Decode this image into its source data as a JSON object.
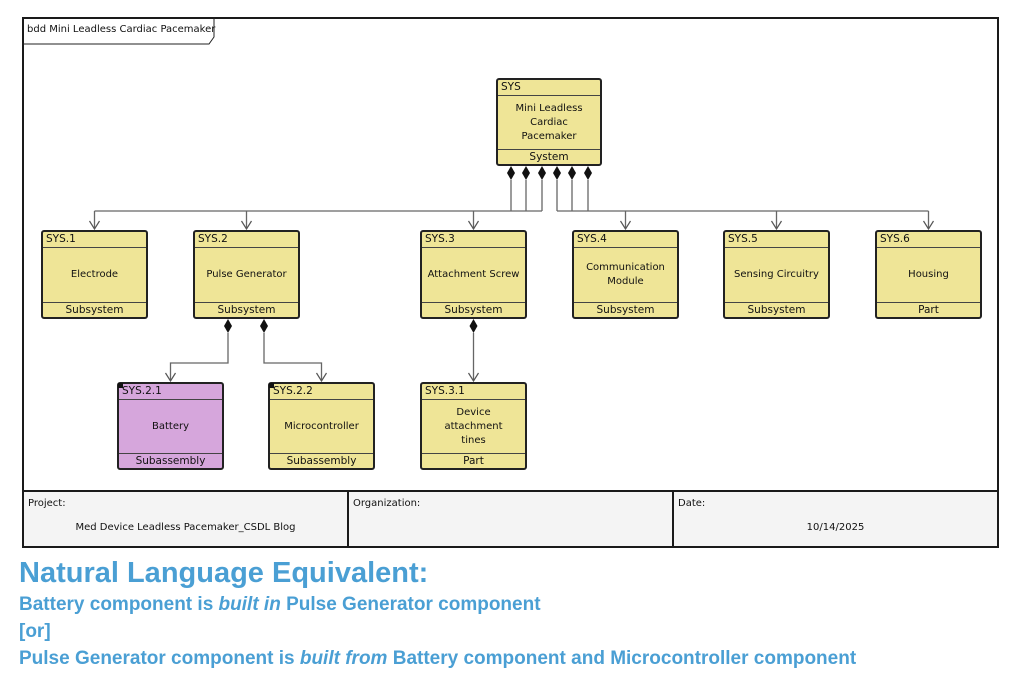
{
  "diagram": {
    "frame_label": "bdd Mini Leadless Cardiac Pacemaker",
    "blocks": [
      {
        "id": "SYS",
        "name_lines": [
          "Mini Leadless",
          "Cardiac Pacemaker"
        ],
        "stereotype": "System",
        "color": "#efe597"
      },
      {
        "id": "SYS.1",
        "name_lines": [
          "Electrode"
        ],
        "stereotype": "Subsystem",
        "color": "#efe597"
      },
      {
        "id": "SYS.2",
        "name_lines": [
          "Pulse Generator"
        ],
        "stereotype": "Subsystem",
        "color": "#efe597"
      },
      {
        "id": "SYS.3",
        "name_lines": [
          "Attachment Screw"
        ],
        "stereotype": "Subsystem",
        "color": "#efe597"
      },
      {
        "id": "SYS.4",
        "name_lines": [
          "Communication",
          "Module"
        ],
        "stereotype": "Subsystem",
        "color": "#efe597"
      },
      {
        "id": "SYS.5",
        "name_lines": [
          "Sensing Circuitry"
        ],
        "stereotype": "Subsystem",
        "color": "#efe597"
      },
      {
        "id": "SYS.6",
        "name_lines": [
          "Housing"
        ],
        "stereotype": "Part",
        "color": "#efe597"
      },
      {
        "id": "SYS.2.1",
        "name_lines": [
          "Battery"
        ],
        "stereotype": "Subassembly",
        "color": "#d6a6dc"
      },
      {
        "id": "SYS.2.2",
        "name_lines": [
          "Microcontroller"
        ],
        "stereotype": "Subassembly",
        "color": "#efe597"
      },
      {
        "id": "SYS.3.1",
        "name_lines": [
          "Device attachment",
          "tines"
        ],
        "stereotype": "Part",
        "color": "#efe597"
      }
    ],
    "compositions": [
      {
        "whole": "SYS",
        "part": "SYS.1"
      },
      {
        "whole": "SYS",
        "part": "SYS.2"
      },
      {
        "whole": "SYS",
        "part": "SYS.3"
      },
      {
        "whole": "SYS",
        "part": "SYS.4"
      },
      {
        "whole": "SYS",
        "part": "SYS.5"
      },
      {
        "whole": "SYS",
        "part": "SYS.6"
      },
      {
        "whole": "SYS.2",
        "part": "SYS.2.1"
      },
      {
        "whole": "SYS.2",
        "part": "SYS.2.2"
      },
      {
        "whole": "SYS.3",
        "part": "SYS.3.1"
      }
    ]
  },
  "footer": {
    "project_label": "Project:",
    "project_value": "Med Device Leadless Pacemaker_CSDL Blog",
    "organization_label": "Organization:",
    "organization_value": "",
    "date_label": "Date:",
    "date_value": "10/14/2025"
  },
  "natural_language": {
    "title": "Natural Language Equivalent:",
    "line1": {
      "pre": "Battery component is ",
      "em": "built in",
      "post": " Pulse Generator component"
    },
    "line2": "[or]",
    "line3": {
      "pre": "Pulse Generator component is ",
      "em": "built from",
      "post": " Battery component and Microcontroller component"
    }
  }
}
